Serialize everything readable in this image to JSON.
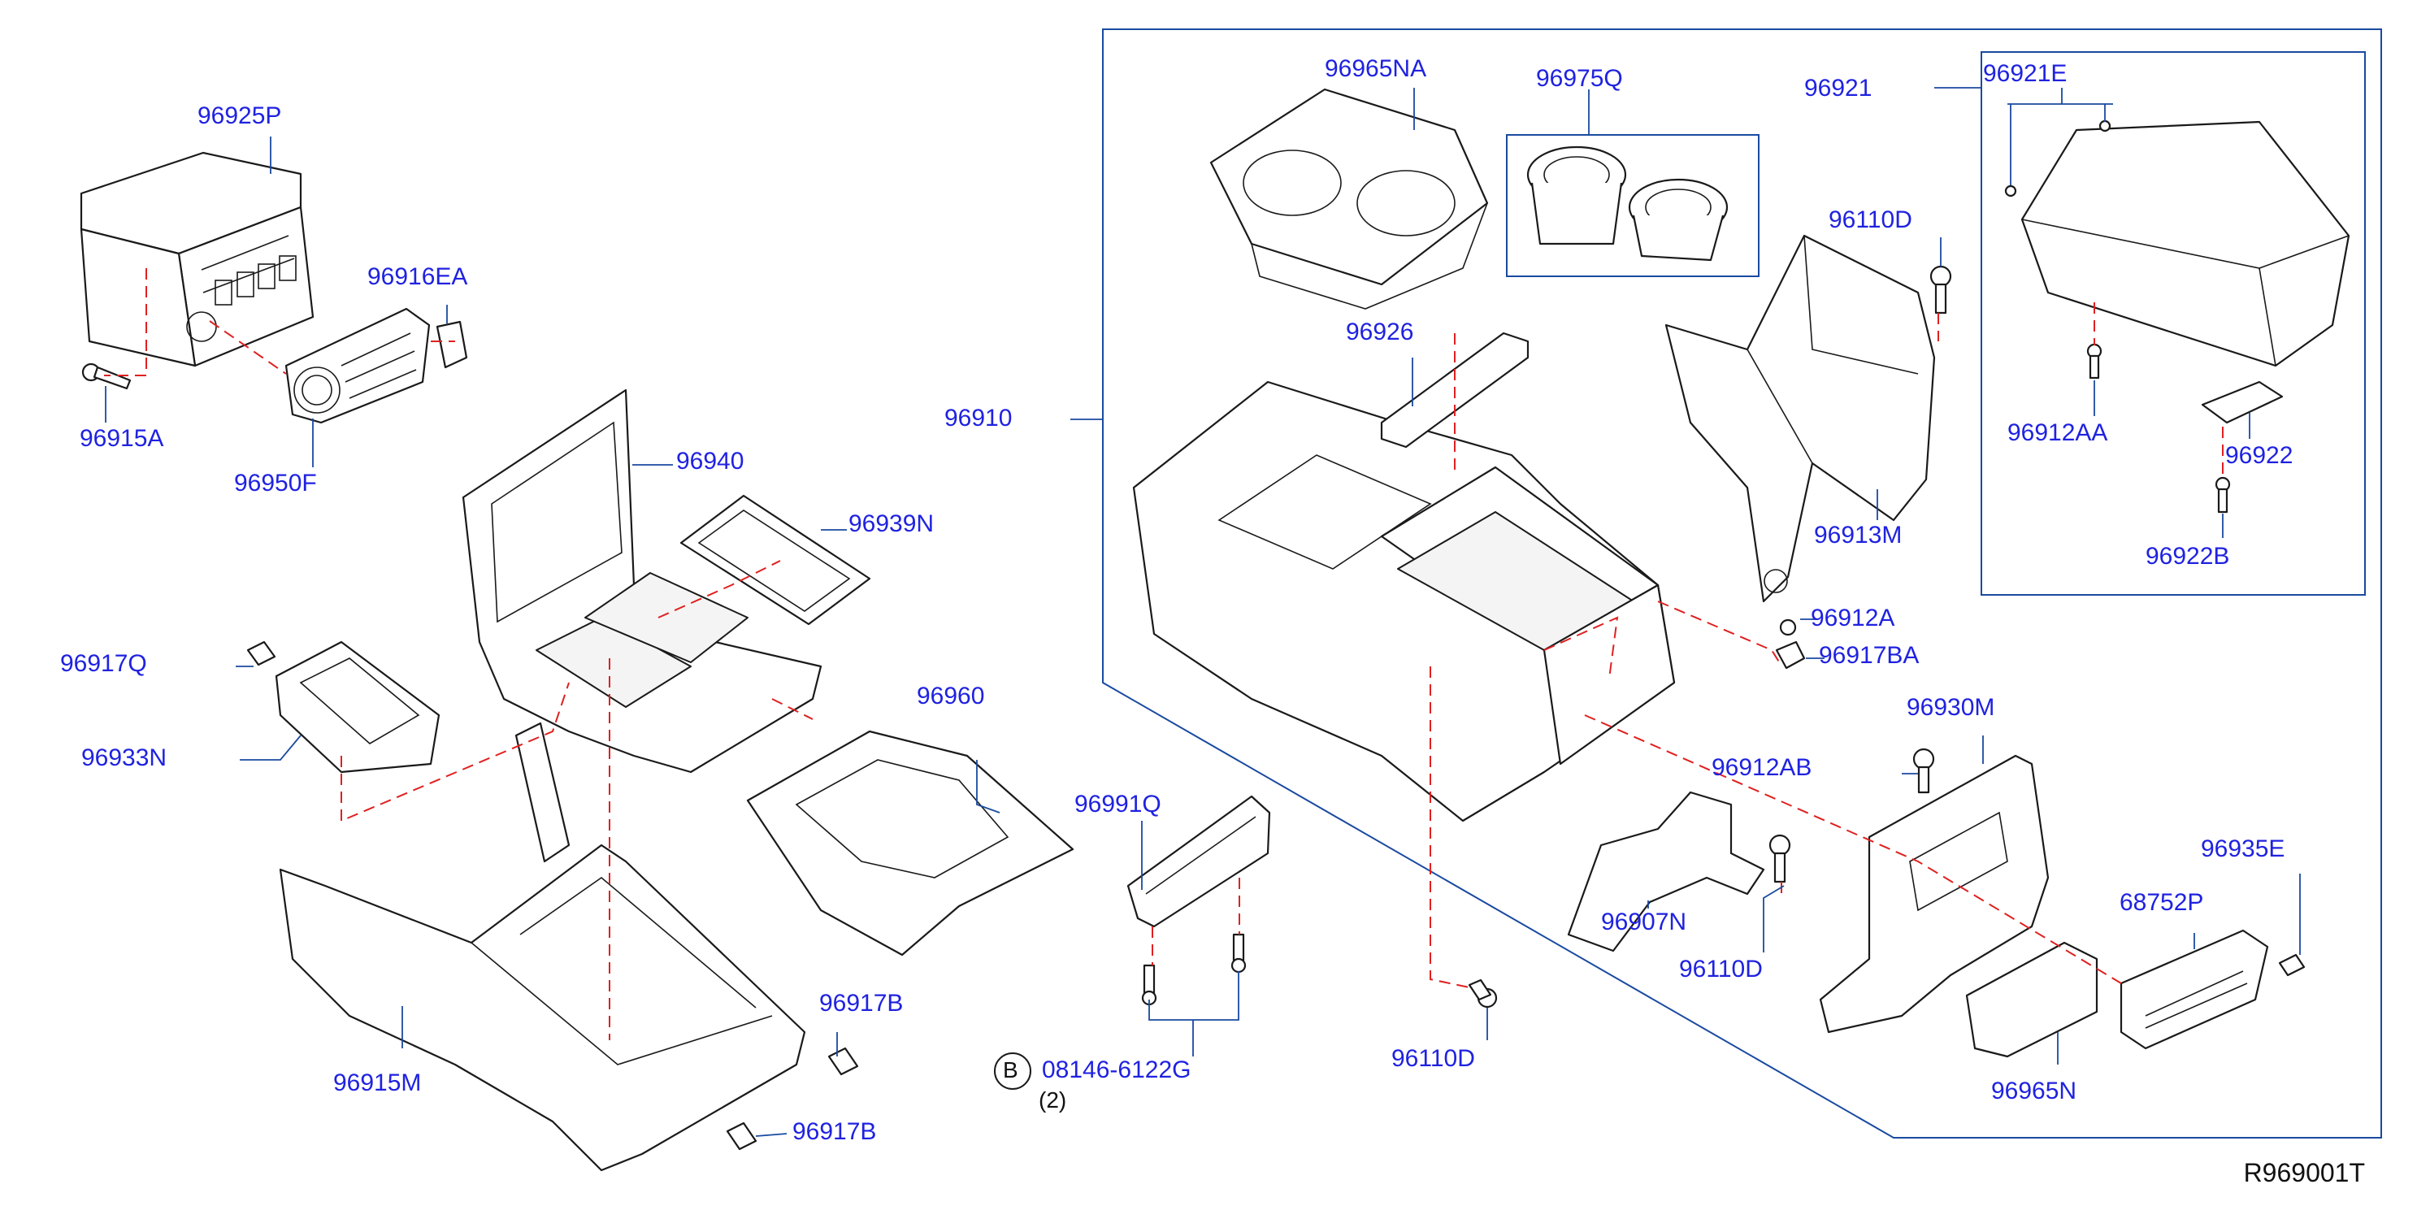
{
  "diagram_code": "R969001T",
  "callout_letter": "B",
  "callout_qty": "(2)",
  "parts": {
    "p96925P": "96925P",
    "p96916EA": "96916EA",
    "p96915A": "96915A",
    "p96950F": "96950F",
    "p96940": "96940",
    "p96939N": "96939N",
    "p96917Q": "96917Q",
    "p96933N": "96933N",
    "p96960": "96960",
    "p96915M": "96915M",
    "p96917B_a": "96917B",
    "p96917B_b": "96917B",
    "p96991Q": "96991Q",
    "p08146": "08146-6122G",
    "p96910": "96910",
    "p96965NA": "96965NA",
    "p96975Q": "96975Q",
    "p96921": "96921",
    "p96921E": "96921E",
    "p96110D_a": "96110D",
    "p96926": "96926",
    "p96912AA": "96912AA",
    "p96922": "96922",
    "p96922B": "96922B",
    "p96913M": "96913M",
    "p96912A": "96912A",
    "p96917BA": "96917BA",
    "p96930M": "96930M",
    "p96912AB": "96912AB",
    "p96907N": "96907N",
    "p96110D_b": "96110D",
    "p96110D_c": "96110D",
    "p96935E": "96935E",
    "p68752P": "68752P",
    "p96965N": "96965N"
  }
}
